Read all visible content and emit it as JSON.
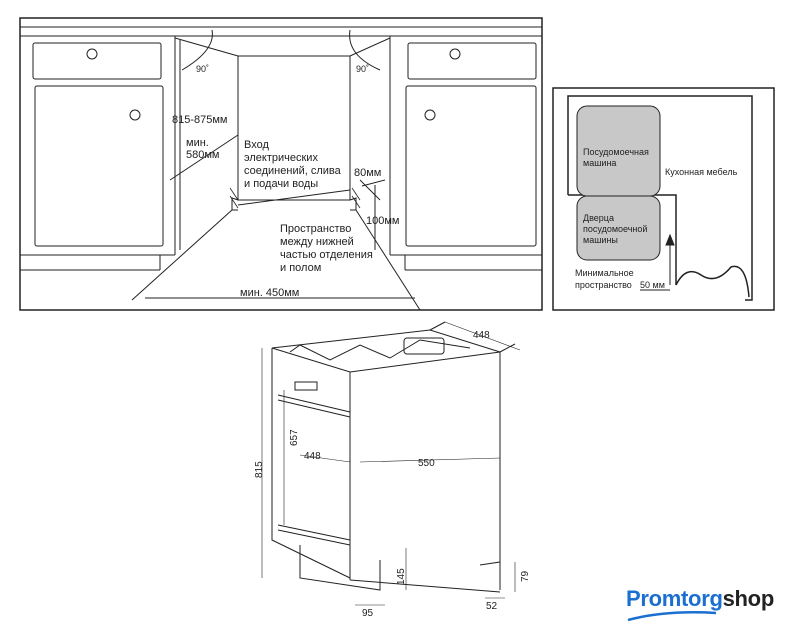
{
  "installation_view": {
    "angle_left": "90˚",
    "angle_right": "90˚",
    "height_range": "815-875мм",
    "min_depth": [
      "мин.",
      "580мм"
    ],
    "utility_entry": [
      "Вход",
      "электрических",
      "соединений, слива",
      "и подачи воды"
    ],
    "gap_80": "80мм",
    "gap_100": "100мм",
    "floor_space": [
      "Пространство",
      "между нижней",
      "частью отделения",
      "и полом"
    ],
    "min_width": "мин. 450мм"
  },
  "top_view": {
    "dishwasher": [
      "Посудомоечная",
      "машина"
    ],
    "door": [
      "Дверца",
      "посудомоечной",
      "машины"
    ],
    "furniture": "Кухонная мебель",
    "min_space": [
      "Минимальное",
      "пространство",
      "50 мм"
    ]
  },
  "dimensions": {
    "top_width": "448",
    "front_width": "448",
    "depth": "550",
    "panel_height": "657",
    "total_height": "815",
    "plinth_height": "145",
    "foot_offset": "95",
    "rear_height": "79",
    "rear_offset": "52"
  },
  "logo": {
    "part1": "Promtorg",
    "part2": "shop",
    "brand_color": "#1a6fd1"
  }
}
